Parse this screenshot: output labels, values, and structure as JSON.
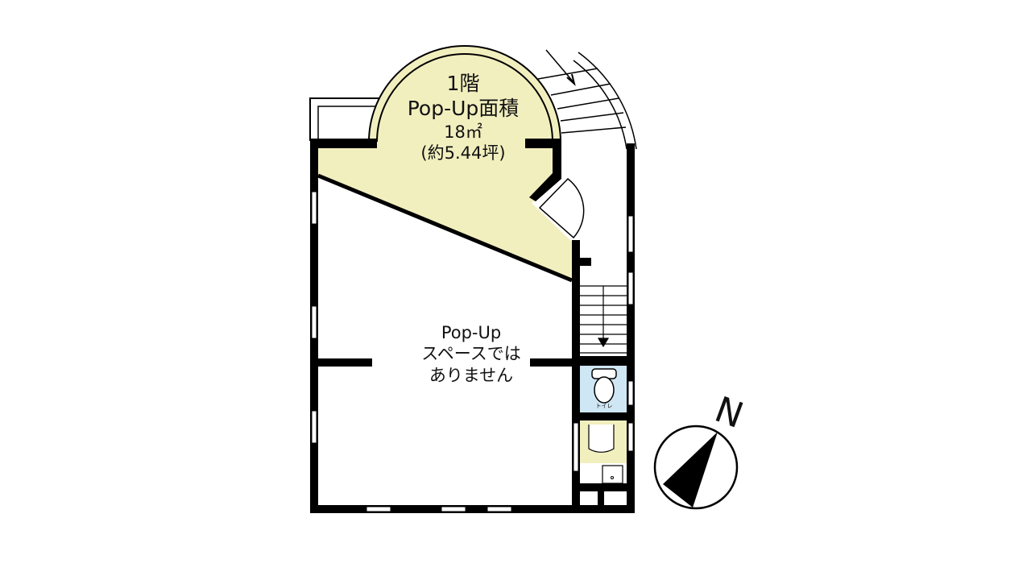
{
  "floor_plan": {
    "popup_area": {
      "floor": "1階",
      "title": "Pop-Up面積",
      "area_m2": "18㎡",
      "area_tsubo": "(約5.44坪)"
    },
    "non_popup_area": {
      "line1": "Pop-Up",
      "line2": "スペースでは",
      "line3": "ありません"
    },
    "toilet_label": "トイレ",
    "compass_label": "N"
  },
  "colors": {
    "popup_fill": "#f2efbf",
    "toilet_fill": "#cfe6f5",
    "wall": "#000000"
  }
}
